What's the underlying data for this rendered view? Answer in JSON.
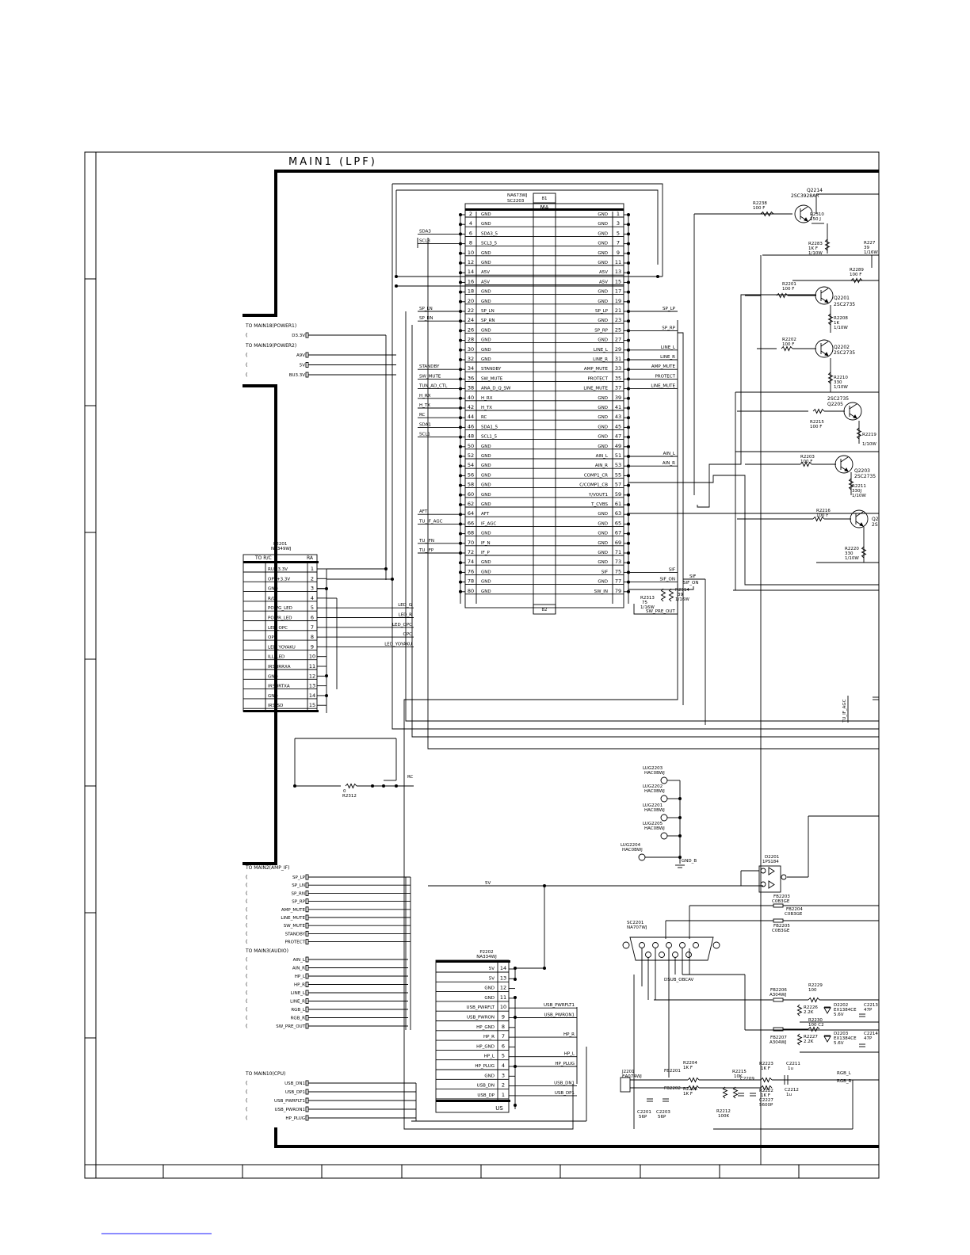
{
  "title": "MAIN1 (LPF)",
  "ma": {
    "label": "MA",
    "part": "NA673WJ",
    "ref": "SC2203",
    "top_pin": "81",
    "bottom_pin": "82",
    "left": [
      {
        "n": "2",
        "s": "GND"
      },
      {
        "n": "4",
        "s": "GND"
      },
      {
        "n": "6",
        "s": "SDA3_5"
      },
      {
        "n": "8",
        "s": "SCL3_5"
      },
      {
        "n": "10",
        "s": "GND"
      },
      {
        "n": "12",
        "s": "GND"
      },
      {
        "n": "14",
        "s": "A5V"
      },
      {
        "n": "16",
        "s": "A5V"
      },
      {
        "n": "18",
        "s": "GND"
      },
      {
        "n": "20",
        "s": "GND"
      },
      {
        "n": "22",
        "s": "SP_LN"
      },
      {
        "n": "24",
        "s": "SP_RN"
      },
      {
        "n": "26",
        "s": "GND"
      },
      {
        "n": "28",
        "s": "GND"
      },
      {
        "n": "30",
        "s": "GND"
      },
      {
        "n": "32",
        "s": "GND"
      },
      {
        "n": "34",
        "s": "STANDBY"
      },
      {
        "n": "36",
        "s": "SW_MUTE"
      },
      {
        "n": "38",
        "s": "ANA_D_Q_SW"
      },
      {
        "n": "40",
        "s": "H_RX"
      },
      {
        "n": "42",
        "s": "H_TX"
      },
      {
        "n": "44",
        "s": "RC"
      },
      {
        "n": "46",
        "s": "SDA1_5"
      },
      {
        "n": "48",
        "s": "SCL1_5"
      },
      {
        "n": "50",
        "s": "GND"
      },
      {
        "n": "52",
        "s": "GND"
      },
      {
        "n": "54",
        "s": "GND"
      },
      {
        "n": "56",
        "s": "GND"
      },
      {
        "n": "58",
        "s": "GND"
      },
      {
        "n": "60",
        "s": "GND"
      },
      {
        "n": "62",
        "s": "GND"
      },
      {
        "n": "64",
        "s": "AFT"
      },
      {
        "n": "66",
        "s": "IF_AGC"
      },
      {
        "n": "68",
        "s": "GND"
      },
      {
        "n": "70",
        "s": "IF_N"
      },
      {
        "n": "72",
        "s": "IF_P"
      },
      {
        "n": "74",
        "s": "GND"
      },
      {
        "n": "76",
        "s": "GND"
      },
      {
        "n": "78",
        "s": "GND"
      },
      {
        "n": "80",
        "s": "GND"
      }
    ],
    "right": [
      {
        "n": "1",
        "s": "GND"
      },
      {
        "n": "3",
        "s": "GND"
      },
      {
        "n": "5",
        "s": "GND"
      },
      {
        "n": "7",
        "s": "GND"
      },
      {
        "n": "9",
        "s": "GND"
      },
      {
        "n": "11",
        "s": "GND"
      },
      {
        "n": "13",
        "s": "A5V"
      },
      {
        "n": "15",
        "s": "A5V"
      },
      {
        "n": "17",
        "s": "GND"
      },
      {
        "n": "19",
        "s": "GND"
      },
      {
        "n": "21",
        "s": "SP_LP"
      },
      {
        "n": "23",
        "s": "GND"
      },
      {
        "n": "25",
        "s": "SP_RP"
      },
      {
        "n": "27",
        "s": "GND"
      },
      {
        "n": "29",
        "s": "LINE_L"
      },
      {
        "n": "31",
        "s": "LINE_R"
      },
      {
        "n": "33",
        "s": "AMP_MUTE"
      },
      {
        "n": "35",
        "s": "PROTECT"
      },
      {
        "n": "37",
        "s": "LINE_MUTE"
      },
      {
        "n": "39",
        "s": "GND"
      },
      {
        "n": "41",
        "s": "GND"
      },
      {
        "n": "43",
        "s": "GND"
      },
      {
        "n": "45",
        "s": "GND"
      },
      {
        "n": "47",
        "s": "GND"
      },
      {
        "n": "49",
        "s": "GND"
      },
      {
        "n": "51",
        "s": "AIN_L"
      },
      {
        "n": "53",
        "s": "AIN_R"
      },
      {
        "n": "55",
        "s": "COMP1_CR"
      },
      {
        "n": "57",
        "s": "C/COMP1_CB"
      },
      {
        "n": "59",
        "s": "Y/VOUT1"
      },
      {
        "n": "61",
        "s": "T_CVBS"
      },
      {
        "n": "63",
        "s": "GND"
      },
      {
        "n": "65",
        "s": "GND"
      },
      {
        "n": "67",
        "s": "GND"
      },
      {
        "n": "69",
        "s": "GND"
      },
      {
        "n": "71",
        "s": "GND"
      },
      {
        "n": "73",
        "s": "GND"
      },
      {
        "n": "75",
        "s": "SIF"
      },
      {
        "n": "77",
        "s": "GND"
      },
      {
        "n": "79",
        "s": "SW_IN"
      }
    ],
    "left_wires": [
      "",
      "",
      "SDA3",
      "SCL3",
      "",
      "",
      "",
      "",
      "",
      "",
      "SP_LN",
      "SP_RN",
      "",
      "",
      "",
      "",
      "STANDBY",
      "SW_MUTE",
      "TUN_AD_CTL",
      "H_RX",
      "H_TX",
      "RC",
      "SDA1",
      "SCL1",
      "",
      "",
      "",
      "",
      "",
      "",
      "",
      "AFT",
      "TU_IF_AGC",
      "",
      "TU_IFN",
      "TU_IFP",
      "",
      "",
      "",
      ""
    ],
    "right_wires": [
      "",
      "",
      "",
      "",
      "",
      "",
      "",
      "",
      "",
      "",
      "SP_LP",
      "",
      "SP_RP",
      "",
      "LINE_L",
      "LINE_R",
      "AMP_MUTE",
      "PROTECT",
      "LINE_MUTE",
      "",
      "",
      "",
      "",
      "",
      "",
      "AIN_L",
      "AIN_R",
      "",
      "",
      "",
      "",
      "",
      "",
      "",
      "",
      "",
      "",
      "SIF",
      "SIF_ON",
      ""
    ]
  },
  "ra": {
    "title": "TO R/C",
    "label": "RA",
    "part": "P2201",
    "part2": "NA349WJ",
    "pins": [
      {
        "n": "1",
        "s": "RU+3.3V"
      },
      {
        "n": "2",
        "s": "OPT+3.3V"
      },
      {
        "n": "3",
        "s": "GND"
      },
      {
        "n": "4",
        "s": "R/C"
      },
      {
        "n": "5",
        "s": "POWG_LED"
      },
      {
        "n": "6",
        "s": "POWR_LED"
      },
      {
        "n": "7",
        "s": "LED_OPC"
      },
      {
        "n": "8",
        "s": "OPC"
      },
      {
        "n": "9",
        "s": "LED_YOYAKU"
      },
      {
        "n": "10",
        "s": "ILL_LED"
      },
      {
        "n": "11",
        "s": "IRS_IRRXA"
      },
      {
        "n": "12",
        "s": "GND"
      },
      {
        "n": "13",
        "s": "IRS_IRTXA"
      },
      {
        "n": "14",
        "s": "GND"
      },
      {
        "n": "15",
        "s": "IRS_SD"
      }
    ],
    "wires": [
      "",
      "",
      "",
      "",
      "LED_G",
      "LED_R",
      "LED_OPC",
      "OPC",
      "LED_YOYAKU",
      "",
      "",
      "",
      "",
      "",
      ""
    ]
  },
  "us": {
    "label": "US",
    "part": "P2202",
    "part2": "NA334WJ",
    "pins": [
      {
        "n": "14",
        "s": "5V"
      },
      {
        "n": "13",
        "s": "5V"
      },
      {
        "n": "12",
        "s": "GND"
      },
      {
        "n": "11",
        "s": "GND"
      },
      {
        "n": "10",
        "s": "USB_PWRFLT"
      },
      {
        "n": "9",
        "s": "USB_PWRON"
      },
      {
        "n": "8",
        "s": "HP_GND"
      },
      {
        "n": "7",
        "s": "HP_R"
      },
      {
        "n": "6",
        "s": "HP_GND"
      },
      {
        "n": "5",
        "s": "HP_L"
      },
      {
        "n": "4",
        "s": "HP_PLUG"
      },
      {
        "n": "3",
        "s": "GND"
      },
      {
        "n": "2",
        "s": "USB_DN"
      },
      {
        "n": "1",
        "s": "USB_DP"
      }
    ],
    "wires": [
      "",
      "",
      "",
      "",
      "USB_PWRFLT1",
      "USB_PWRON1",
      "",
      "HP_R",
      "",
      "HP_L",
      "HP_PLUG",
      "",
      "USB_DN1",
      "USB_DP1"
    ]
  },
  "sheet_refs": {
    "power1": "TO MAIN18(POWER1)",
    "power1_sig": [
      "D3.3V"
    ],
    "power2": "TO MAIN19(POWER2)",
    "power2_sig": [
      "A9V",
      "5V",
      "BU3.3V"
    ],
    "amp": "TO MAIN2(AMP_IF)",
    "amp_sig": [
      "SP_LP",
      "SP_LN",
      "SP_RN",
      "SP_RP",
      "AMP_MUTE",
      "LINE_MUTE",
      "SW_MUTE",
      "STANDBY",
      "PROTECT"
    ],
    "audio": "TO MAIN3(AUDIO)",
    "audio_sig": [
      "AIN_L",
      "AIN_R",
      "HP_L",
      "HP_R",
      "LINE_L",
      "LINE_R",
      "RGB_L",
      "RGB_R",
      "SW_PRE_OUT"
    ],
    "cpu": "TO MAIN10(CPU)",
    "cpu_sig": [
      "USB_DN1",
      "USB_DP1",
      "USB_PWRFLT1",
      "USB_PWRON1",
      "HP_PLUG"
    ]
  },
  "transistors": [
    {
      "ref": "Q2214",
      "type": "2SC3928AR"
    },
    {
      "ref": "Q2201",
      "type": "2SC2735"
    },
    {
      "ref": "Q2202",
      "type": "2SC2735"
    },
    {
      "ref": "Q2205",
      "type": "2SC2735"
    },
    {
      "ref": "Q2203",
      "type": "2SC2735"
    },
    {
      "ref": "Q2",
      "type": "2S"
    }
  ],
  "resistors": [
    {
      "ref": "R2238",
      "val": "100 F"
    },
    {
      "ref": "R2310",
      "val": "150 J"
    },
    {
      "ref": "R2283",
      "val": "1K F",
      "w": "1/10W"
    },
    {
      "ref": "R227",
      "val": "39",
      "w": "1/16W"
    },
    {
      "ref": "R2289",
      "val": "100 F"
    },
    {
      "ref": "R2201",
      "val": "100 F"
    },
    {
      "ref": "R2208",
      "val": "1K",
      "w": "1/10W"
    },
    {
      "ref": "R2202",
      "val": "100 F"
    },
    {
      "ref": "R2210",
      "val": "330",
      "w": "1/10W"
    },
    {
      "ref": "R2215",
      "val": "100 F"
    },
    {
      "ref": "R2219",
      "val": "",
      "w": "1/10W"
    },
    {
      "ref": "R2203",
      "val": "100 F"
    },
    {
      "ref": "R2211",
      "val": "330J",
      "w": "1/10W"
    },
    {
      "ref": "R2216",
      "val": "100 F"
    },
    {
      "ref": "R2220",
      "val": "330",
      "w": "1/10W"
    },
    {
      "ref": "R2313",
      "val": "75",
      "w": "1/16W"
    },
    {
      "ref": "R2314",
      "val": "39",
      "w": "1/16W"
    },
    {
      "ref": "R2312",
      "val": "0"
    }
  ],
  "misc": {
    "sw_pre_out": "SW_PRE_OUT",
    "sif_on": "SIF_ON",
    "sif": "SIF",
    "rc": "RC",
    "fivev": "5V",
    "tu_if_agc": "TU_IF_AGC",
    "lugs": [
      {
        "ref": "LUG2203",
        "part": "HAC0BWJ"
      },
      {
        "ref": "LUG2202",
        "part": "HAC0BWJ"
      },
      {
        "ref": "LUG2201",
        "part": "HAC0BWJ"
      },
      {
        "ref": "LUG2205",
        "part": "HAC0BWJ"
      },
      {
        "ref": "LUG2204",
        "part": "HAC0BWJ"
      }
    ],
    "gnd_b": "GND_B",
    "d2201": "D2201",
    "d2201_part": "1PS184",
    "fb2203": "FB2203",
    "fb2203_p": "C0B3GE",
    "fb2204": "FB2204",
    "fb2204_p": "C0B3GE",
    "fb2205": "FB2205",
    "fb2205_p": "C0B3GE",
    "sc2201": "SC2201",
    "sc2201_p": "NA707WJ",
    "dsub": "DSUB_OBCAV",
    "fb2206": "FB2206",
    "fb2206_p": "A304WJ",
    "fb2207": "FB2207",
    "fb2207_p": "A304WJ",
    "r2229": "R2229",
    "r2229_v": "100",
    "r2230": "R2230",
    "r2230_v": "100 C2",
    "r2226": "R2226",
    "r2226_v": "2.2K",
    "r2227": "R2227",
    "r2227_v": "2.2K",
    "d2202": "D2202",
    "d2202_p": "EX1384CE",
    "d2202_v": "5.6V",
    "d2203": "D2203",
    "d2203_p": "EX1384CE",
    "d2203_v": "5.6V",
    "c2213": "C2213",
    "c2213_v": "47P",
    "c2214": "C2214",
    "c2214_v": "47P",
    "j2201": "J2201",
    "j2201_p": "EA074WJ",
    "fb2201": "FB2201",
    "fb2202": "FB2202",
    "r2204": "R2204",
    "r2204_v": "1K F",
    "r2206": "R2206",
    "r2206_v": "1K F",
    "r2215b": "R2215",
    "r2215b_v": "10K",
    "r2223": "R2223",
    "r2223_v": "1K F",
    "r2222": "R2222",
    "r2222_v": "1K F",
    "c2211": "C2211",
    "c2211_v": "1u",
    "c2212": "C2212",
    "c2212_v": "1u",
    "c2201": "C2201",
    "c2201_v": "56P",
    "c2203": "C2203",
    "c2203_v": "56P",
    "c2209": "C2209",
    "c2227": "C2227",
    "c2227_v": "5600P",
    "r2212": "R2212",
    "r2212_v": "100K",
    "rgb_l": "RGB_L",
    "rgb_r": "RGB_R"
  }
}
